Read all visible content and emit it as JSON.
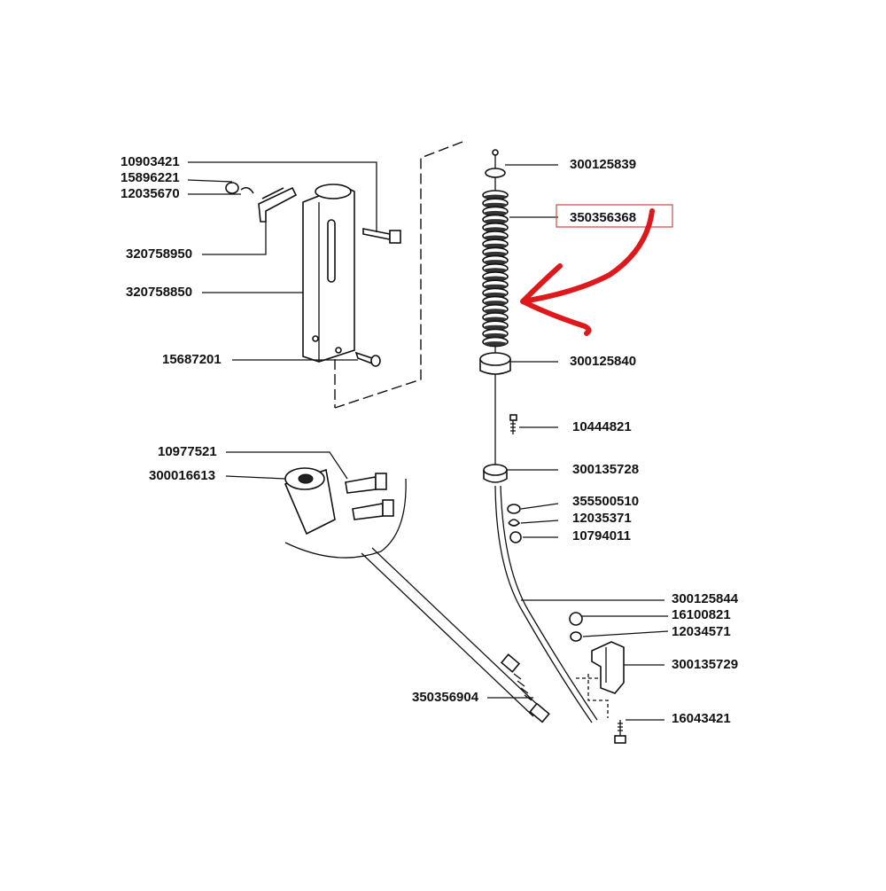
{
  "labels": {
    "p10903421": "10903421",
    "p15896221": "15896221",
    "p12035670": "12035670",
    "p320758950": "320758950",
    "p320758850": "320758850",
    "p15687201": "15687201",
    "p10977521": "10977521",
    "p300016613": "300016613",
    "p350356904": "350356904",
    "p300125839": "300125839",
    "p350356368": "350356368",
    "p300125840": "300125840",
    "p10444821": "10444821",
    "p300135728": "300135728",
    "p355500510": "355500510",
    "p12035371": "12035371",
    "p10794011": "10794011",
    "p300125844": "300125844",
    "p16100821": "16100821",
    "p12034571": "12034571",
    "p300135729": "300135729",
    "p16043421": "16043421"
  },
  "highlight": {
    "part": "350356368",
    "box_color": "#d9534f",
    "arrow_color": "#e0181b"
  }
}
